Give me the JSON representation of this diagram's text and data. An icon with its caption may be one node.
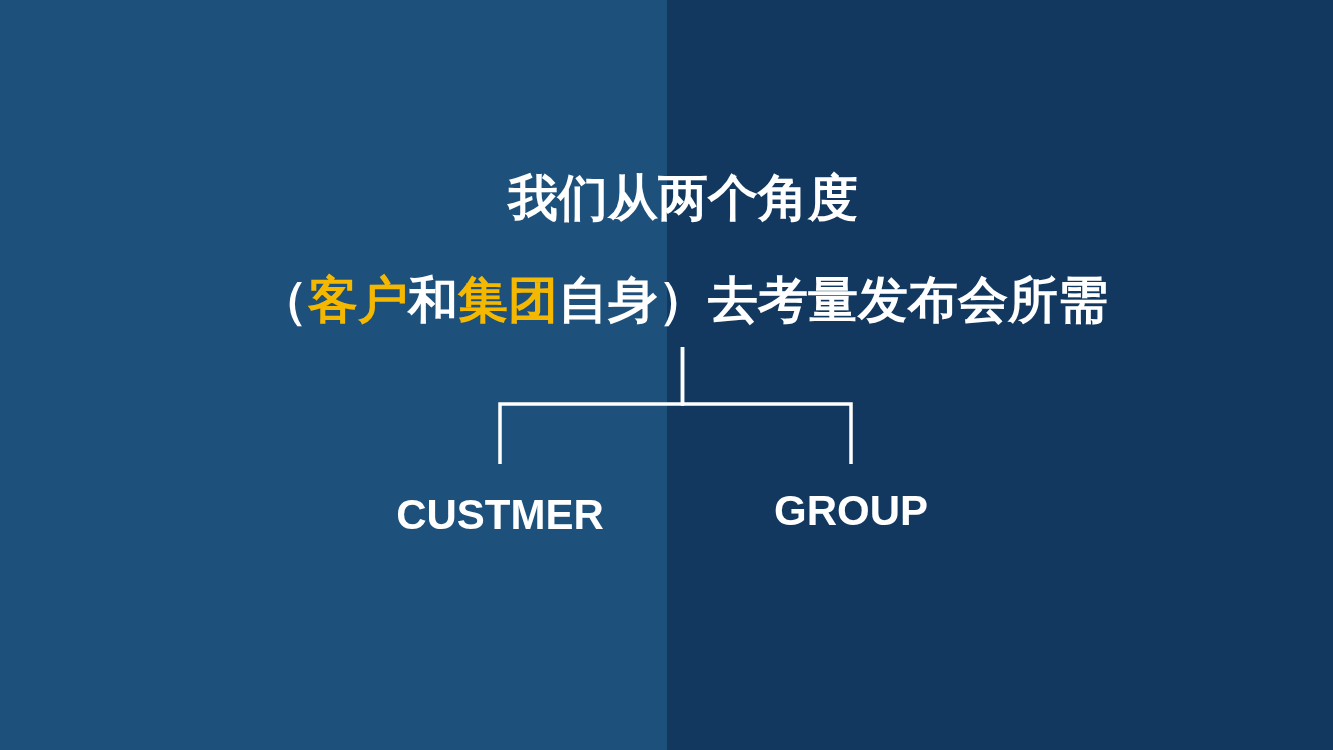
{
  "diagram": {
    "nodes": [
      {
        "text": [
          "我们从两个角度",
          "（**客户**和**集团**自身）去考量发布会所需"
        ]
      },
      {
        "text": [
          "CUSTMER"
        ]
      },
      {
        "text": [
          "GROUP"
        ]
      }
    ],
    "edges": [
      {
        "from": 0,
        "to": 1,
        "arrow": "none"
      },
      {
        "from": 0,
        "to": 2,
        "arrow": "none"
      }
    ]
  }
}
